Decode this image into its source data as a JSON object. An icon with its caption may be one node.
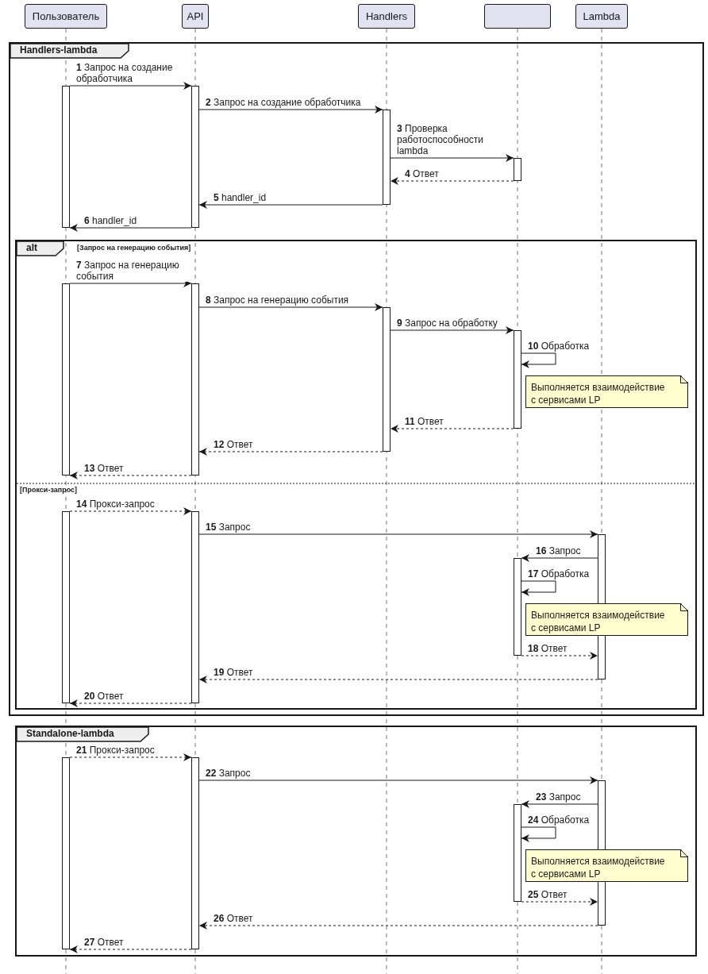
{
  "diagram": {
    "nodes": [
      {
        "text": [
          "Пользователь"
        ]
      },
      {
        "text": [
          "API"
        ]
      },
      {
        "text": [
          "Handlers"
        ]
      },
      {
        "text": [],
        "shape": "box"
      },
      {
        "text": [
          "Lambda"
        ]
      },
      {
        "text": [
          "Handlers-lambda"
        ]
      },
      {
        "text": [],
        "shape": "bar",
        "in": 5
      },
      {
        "text": [],
        "shape": "bar",
        "in": 5
      },
      {
        "text": [],
        "shape": "bar",
        "in": 5
      },
      {
        "text": [],
        "shape": "bar",
        "in": 5
      },
      {
        "text": [
          "alt",
          "[Запрос на генерацию события]",
          "[Прокси-запрос]"
        ],
        "in": 5
      },
      {
        "text": [],
        "shape": "bar",
        "in": 10
      },
      {
        "text": [],
        "shape": "bar",
        "in": 10
      },
      {
        "text": [],
        "shape": "bar",
        "in": 10
      },
      {
        "text": [],
        "shape": "bar",
        "in": 10
      },
      {
        "text": [
          "Выполняется взаимодействие с сервисами LP"
        ],
        "in": 10
      },
      {
        "text": [],
        "shape": "bar",
        "in": 10
      },
      {
        "text": [],
        "shape": "bar",
        "in": 10
      },
      {
        "text": [],
        "shape": "bar",
        "in": 10
      },
      {
        "text": [],
        "shape": "bar",
        "in": 10
      },
      {
        "text": [
          "Выполняется взаимодействие с сервисами LP"
        ],
        "in": 10
      },
      {
        "text": [
          "Standalone-lambda"
        ]
      },
      {
        "text": [],
        "shape": "bar",
        "in": 21
      },
      {
        "text": [],
        "shape": "bar",
        "in": 21
      },
      {
        "text": [],
        "shape": "bar",
        "in": 21
      },
      {
        "text": [],
        "shape": "bar",
        "in": 21
      },
      {
        "text": [
          "Выполняется взаимодействие с сервисами LP"
        ],
        "in": 21
      }
    ],
    "edges": [
      {
        "from": 6,
        "to": 7,
        "arrow": "to",
        "label": "**1** Запрос на создание обработчика"
      },
      {
        "from": 7,
        "to": 8,
        "arrow": "to",
        "label": "**2** Запрос на создание обработчика"
      },
      {
        "from": 8,
        "to": 9,
        "arrow": "to",
        "label": "**3** Проверка работоспособности lambda"
      },
      {
        "from": 9,
        "to": 8,
        "arrow": "to",
        "label": "**4** Ответ",
        "style": "dashed"
      },
      {
        "from": 8,
        "to": 7,
        "arrow": "to",
        "label": "**5** handler_id"
      },
      {
        "from": 7,
        "to": 6,
        "arrow": "to",
        "label": "**6** handler_id"
      },
      {
        "from": 11,
        "to": 12,
        "arrow": "to",
        "label": "**7** Запрос на генерацию события"
      },
      {
        "from": 12,
        "to": 13,
        "arrow": "to",
        "label": "**8** Запрос на генерацию события"
      },
      {
        "from": 13,
        "to": 14,
        "arrow": "to",
        "label": "**9** Запрос на обработку"
      },
      {
        "from": 14,
        "to": 14,
        "arrow": "to",
        "label": "**10** Обработка"
      },
      {
        "from": 14,
        "to": 13,
        "arrow": "to",
        "label": "**11** Ответ",
        "style": "dashed"
      },
      {
        "from": 13,
        "to": 12,
        "arrow": "to",
        "label": "**12** Ответ",
        "style": "dashed"
      },
      {
        "from": 12,
        "to": 11,
        "arrow": "to",
        "label": "**13** Ответ",
        "style": "dashed"
      },
      {
        "from": 16,
        "to": 17,
        "arrow": "to",
        "label": "**14** Прокси-запрос",
        "style": "dashed"
      },
      {
        "from": 17,
        "to": 19,
        "arrow": "to",
        "label": "**15** Запрос"
      },
      {
        "from": 19,
        "to": 18,
        "arrow": "to",
        "label": "**16** Запрос"
      },
      {
        "from": 18,
        "to": 18,
        "arrow": "to",
        "label": "**17** Обработка"
      },
      {
        "from": 18,
        "to": 19,
        "arrow": "to",
        "label": "**18** Ответ",
        "style": "dashed"
      },
      {
        "from": 19,
        "to": 17,
        "arrow": "to",
        "label": "**19** Ответ",
        "style": "dashed"
      },
      {
        "from": 17,
        "to": 16,
        "arrow": "to",
        "label": "**20** Ответ",
        "style": "dashed"
      },
      {
        "from": 22,
        "to": 23,
        "arrow": "to",
        "label": "**21** Прокси-запрос",
        "style": "dashed"
      },
      {
        "from": 23,
        "to": 25,
        "arrow": "to",
        "label": "**22** Запрос"
      },
      {
        "from": 25,
        "to": 24,
        "arrow": "to",
        "label": "**23** Запрос"
      },
      {
        "from": 24,
        "to": 24,
        "arrow": "to",
        "label": "**24** Обработка"
      },
      {
        "from": 24,
        "to": 25,
        "arrow": "to",
        "label": "**25** Ответ",
        "style": "dashed"
      },
      {
        "from": 25,
        "to": 23,
        "arrow": "to",
        "label": "**26** Ответ",
        "style": "dashed"
      },
      {
        "from": 23,
        "to": 22,
        "arrow": "to",
        "label": "**27** Ответ",
        "style": "dashed"
      }
    ]
  }
}
